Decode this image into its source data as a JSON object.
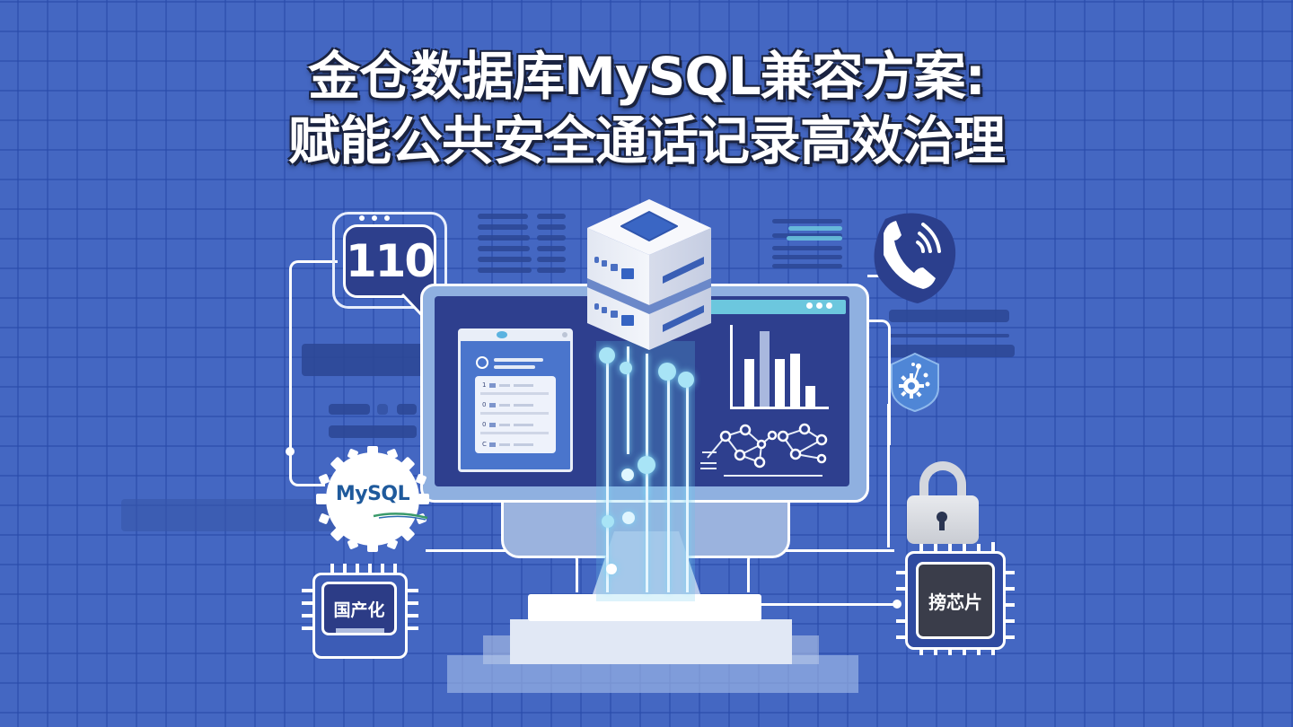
{
  "title": {
    "line1": "金仓数据库MySQL兼容方案:",
    "line2": "赋能公共安全通话记录高效治理"
  },
  "illustration": {
    "emergency_number_badge": "110",
    "mysql_gear_label": "MySQL",
    "chip_left_label": "国产化",
    "chip_right_label": "搒芯片",
    "icons": [
      "server-database-icon",
      "phone-call-icon",
      "shield-gear-icon",
      "padlock-icon",
      "monitor-icon",
      "bar-chart-icon",
      "network-graph-icon",
      "document-list-icon"
    ],
    "screen_list_rows": [
      "1",
      "0",
      "0",
      "C"
    ],
    "screen_bar_chart": {
      "bar_heights_relative": [
        0.62,
        0.95,
        0.62,
        0.68,
        0.26
      ],
      "bar_colors": [
        "#ffffff",
        "#a9b8de",
        "#ffffff",
        "#ffffff",
        "#ffffff"
      ]
    }
  },
  "colors": {
    "background": "#4467c2",
    "grid_line": "#2f55b0",
    "screen_dark": "#2e3f8e",
    "accent_cyan": "#6cc7de",
    "title_text": "#ffffff",
    "title_outline": "#1a2340",
    "mysql_blue": "#1f5a9c",
    "mysql_swoosh": "#3a9a6a"
  }
}
